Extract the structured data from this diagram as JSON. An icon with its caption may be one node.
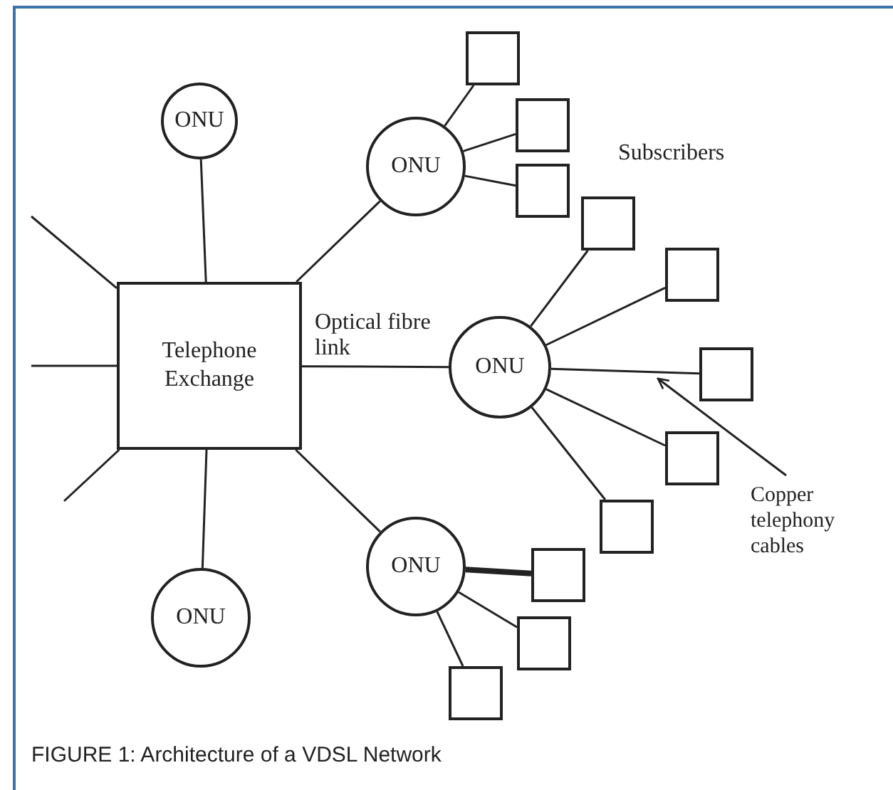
{
  "diagram": {
    "caption": "FIGURE 1: Architecture of a VDSL Network",
    "nodes": [
      {
        "text": [
          "Telephone Exchange"
        ]
      },
      {
        "text": [
          "ONU"
        ]
      },
      {
        "text": [
          "ONU"
        ]
      },
      {
        "text": [],
        "shape": "box"
      },
      {
        "text": [],
        "shape": "box"
      },
      {
        "text": [],
        "shape": "box"
      },
      {
        "text": [
          "ONU"
        ]
      },
      {
        "text": [],
        "shape": "box"
      },
      {
        "text": [],
        "shape": "box"
      },
      {
        "text": [],
        "shape": "box"
      },
      {
        "text": [],
        "shape": "box"
      },
      {
        "text": [],
        "shape": "box"
      },
      {
        "text": [
          "ONU"
        ]
      },
      {
        "text": [
          "ONU"
        ]
      },
      {
        "text": [],
        "shape": "box"
      },
      {
        "text": [],
        "shape": "box"
      },
      {
        "text": [],
        "shape": "box"
      },
      {
        "text": [
          "Copper telephony cables"
        ]
      }
    ],
    "edges": [
      {
        "from": 0,
        "to": 1,
        "arrow": "none"
      },
      {
        "from": 0,
        "to": 2,
        "arrow": "none"
      },
      {
        "from": 0,
        "to": 6,
        "arrow": "none",
        "label": "Optical fibre link"
      },
      {
        "from": 0,
        "to": 12,
        "arrow": "none"
      },
      {
        "from": 0,
        "to": 13,
        "arrow": "none"
      },
      {
        "from": 0,
        "to": null,
        "arrow": "none"
      },
      {
        "from": 0,
        "to": null,
        "arrow": "none"
      },
      {
        "from": 0,
        "to": null,
        "arrow": "none"
      },
      {
        "from": 2,
        "to": 3,
        "arrow": "none"
      },
      {
        "from": 2,
        "to": 4,
        "arrow": "none"
      },
      {
        "from": 2,
        "to": 5,
        "arrow": "none"
      },
      {
        "from": 6,
        "to": 7,
        "arrow": "none"
      },
      {
        "from": 6,
        "to": 8,
        "arrow": "none"
      },
      {
        "from": 6,
        "to": 9,
        "arrow": "none"
      },
      {
        "from": 6,
        "to": 10,
        "arrow": "none"
      },
      {
        "from": 6,
        "to": 11,
        "arrow": "none"
      },
      {
        "from": 13,
        "to": 14,
        "arrow": "none",
        "style": "thick"
      },
      {
        "from": 13,
        "to": 15,
        "arrow": "none"
      },
      {
        "from": 13,
        "to": 16,
        "arrow": "none"
      },
      {
        "from": 17,
        "to": null,
        "arrow": "to"
      }
    ],
    "labels": [
      "Subscribers"
    ]
  }
}
